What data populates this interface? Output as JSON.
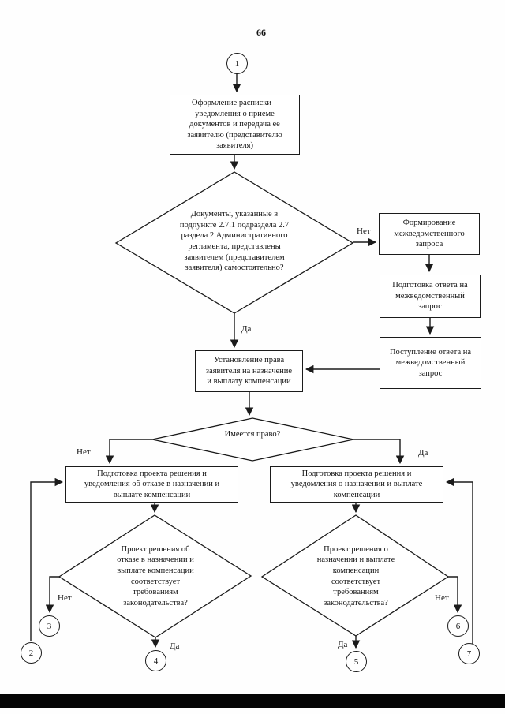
{
  "page_number": "66",
  "colors": {
    "ink": "#1b1b1b",
    "paper": "#ffffff"
  },
  "connectors": {
    "c1": "1",
    "c2": "2",
    "c3": "3",
    "c4": "4",
    "c5": "5",
    "c6": "6",
    "c7": "7"
  },
  "nodes": {
    "box_receipt": "Оформление расписки –\nуведомления о приеме\nдокументов и передача ее\nзаявителю (представителю\nзаявителя)",
    "diamond_documents": "Документы, указанные в\nподпункте 2.7.1 подраздела 2.7\nраздела 2 Административного\nрегламента, представлены\nзаявителем (представителем\nзаявителя) самостоятельно?",
    "box_form_request": "Формирование\nмежведомственного\nзапроса",
    "box_prepare_response": "Подготовка ответа на\nмежведомственный\nзапрос",
    "box_receive_response": "Поступление ответа на\nмежведомственный\nзапрос",
    "box_establish_right": "Установление права\nзаявителя на назначение\nи выплату компенсации",
    "diamond_has_right": "Имеется право?",
    "box_refusal_draft": "Подготовка проекта решения и\nуведомления об отказе в назначении и\nвыплате компенсации",
    "box_grant_draft": "Подготовка проекта решения и\nуведомления о назначении и выплате\nкомпенсации",
    "diamond_refusal_check": "Проект решения об\nотказе в назначении и\nвыплате компенсации\nсоответствует\nтребованиям\nзаконодательства?",
    "diamond_grant_check": "Проект решения о\nназначении и выплате\nкомпенсации\nсоответствует\nтребованиям\nзаконодательства?"
  },
  "labels": {
    "no_documents": "Нет",
    "yes_documents": "Да",
    "no_right": "Нет",
    "yes_right": "Да",
    "no_refusal": "Нет",
    "yes_refusal": "Да",
    "yes_grant": "Да",
    "no_grant": "Нет"
  }
}
